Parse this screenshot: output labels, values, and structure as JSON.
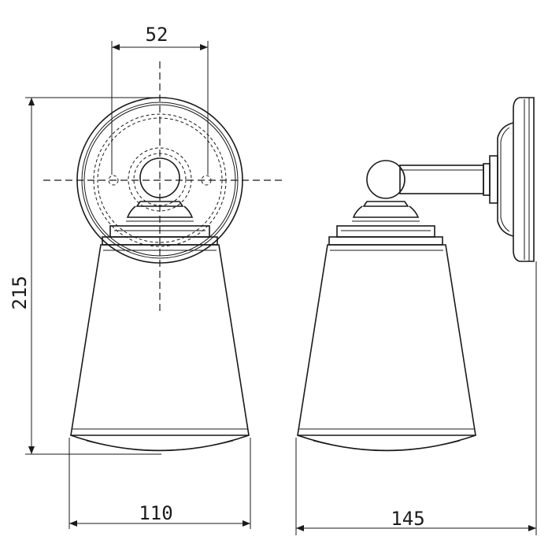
{
  "dimensions": {
    "hole_spacing": "52",
    "height": "215",
    "width": "110",
    "depth": "145"
  },
  "colors": {
    "line": "#1a1a1a",
    "background": "#ffffff"
  }
}
